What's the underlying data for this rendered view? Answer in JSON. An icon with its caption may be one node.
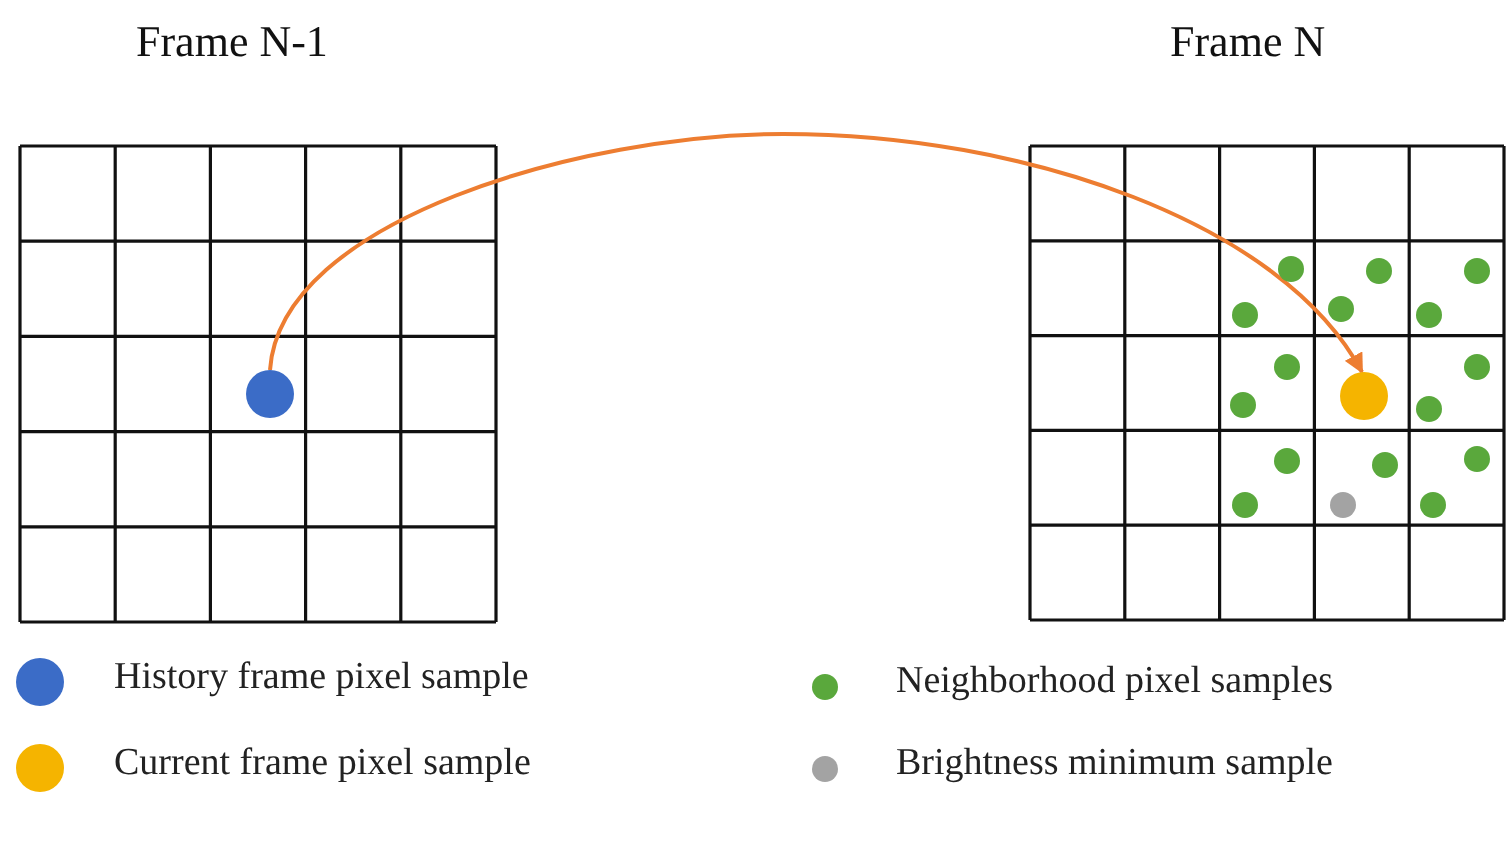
{
  "diagram": {
    "nodes": [
      {
        "text": [
          "Frame N-1"
        ]
      },
      {
        "text": [
          "Frame N"
        ]
      },
      {
        "text": [],
        "shape": "circle",
        "in": 0
      },
      {
        "text": [],
        "shape": "circle",
        "in": 1
      }
    ],
    "edges": [
      {
        "from": 2,
        "to": 3,
        "arrow": "to",
        "color": "#ed7d31"
      }
    ],
    "legend": [
      {
        "text": "History frame pixel sample",
        "color": "#3b6cc7"
      },
      {
        "text": "Current frame pixel sample",
        "color": "#f5b400"
      },
      {
        "text": "Neighborhood pixel samples",
        "color": "#5aa83c"
      },
      {
        "text": "Brightness minimum sample",
        "color": "#a3a3a3"
      }
    ]
  }
}
